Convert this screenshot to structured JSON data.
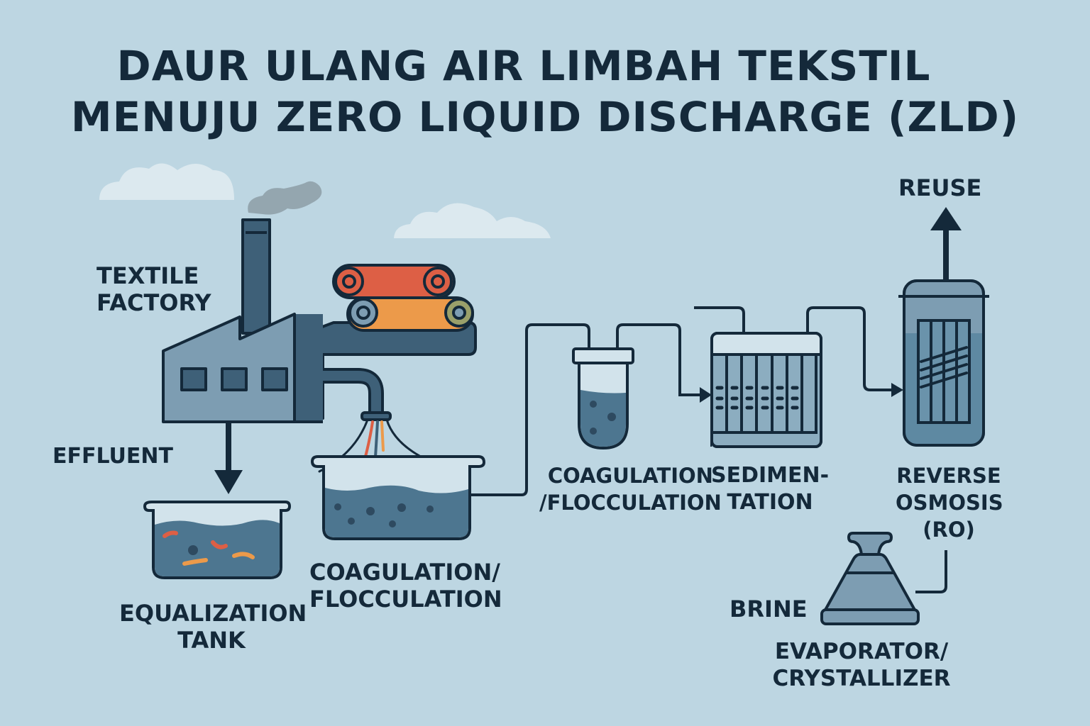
{
  "title": {
    "line1": "DAUR ULANG AIR LIMBAH TEKSTIL",
    "line2": "MENUJU ZERO LIQUID DISCHARGE (ZLD)"
  },
  "labels": {
    "factory": [
      "TEXTILE",
      "FACTORY"
    ],
    "effluent": "EFFLUENT",
    "equalization": [
      "EQUALIZATION",
      "TANK"
    ],
    "coag1": [
      "COAGULATION/",
      "FLOCCULATION"
    ],
    "coag2": [
      "COAGULATION",
      "/FLOCCULATION"
    ],
    "sedimentation": [
      "SEDIMEN-",
      "TATION"
    ],
    "ro": [
      "REVERSE",
      "OSMOSIS",
      "(RO)"
    ],
    "reuse": "REUSE",
    "brine": "BRINE",
    "evaporator": [
      "EVAPORATOR/",
      "CRYSTALLIZER"
    ]
  },
  "colors": {
    "background": "#bdd6e2",
    "outline": "#14293a",
    "building": "#7d9db2",
    "dark_blue": "#3e6078",
    "water": "#4d7690",
    "red_roll": "#dd5f45",
    "orange_roll": "#ec9a4a",
    "cloud": "#dce9ef",
    "smoke": "#8a9aa3"
  }
}
